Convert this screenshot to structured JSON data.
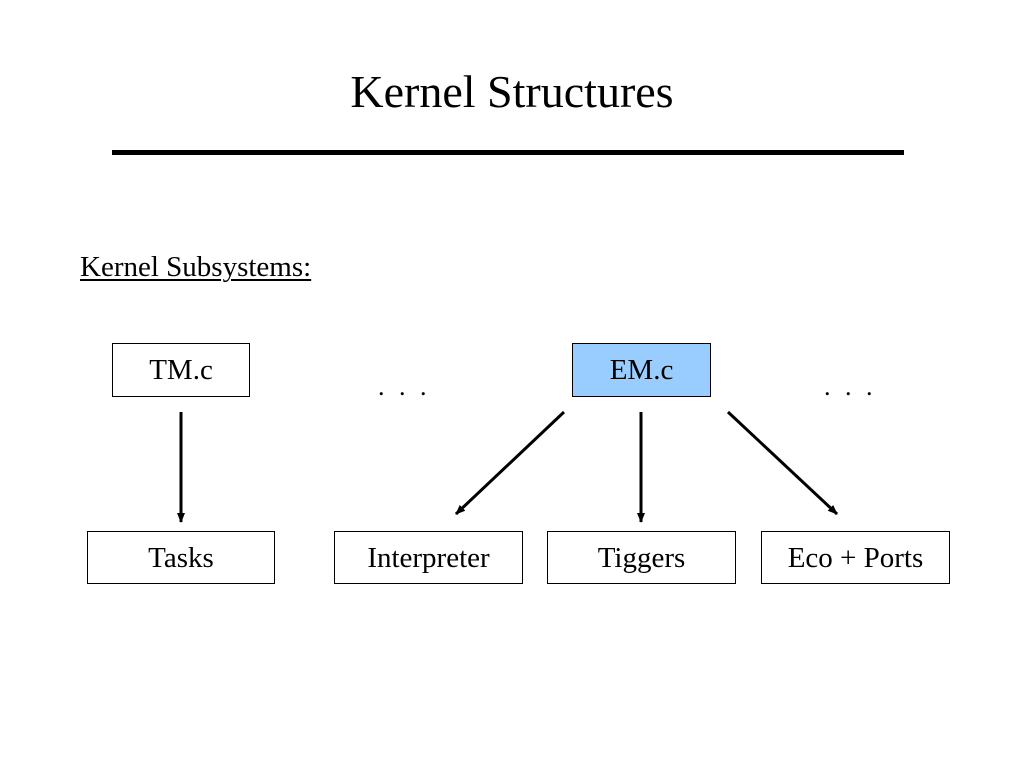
{
  "title": "Kernel Structures",
  "section_heading": "Kernel Subsystems:",
  "nodes": {
    "tm": "TM.c",
    "em": "EM.c",
    "tasks": "Tasks",
    "interpreter": "Interpreter",
    "tiggers": "Tiggers",
    "eco_ports": "Eco + Ports"
  },
  "ellipsis_left": ". . .",
  "ellipsis_right": ". . .",
  "colors": {
    "highlight_node": "#99ccff",
    "lines": "#000000"
  },
  "edges": [
    {
      "from": "tm",
      "to": "tasks"
    },
    {
      "from": "em",
      "to": "interpreter"
    },
    {
      "from": "em",
      "to": "tiggers"
    },
    {
      "from": "em",
      "to": "eco_ports"
    }
  ]
}
